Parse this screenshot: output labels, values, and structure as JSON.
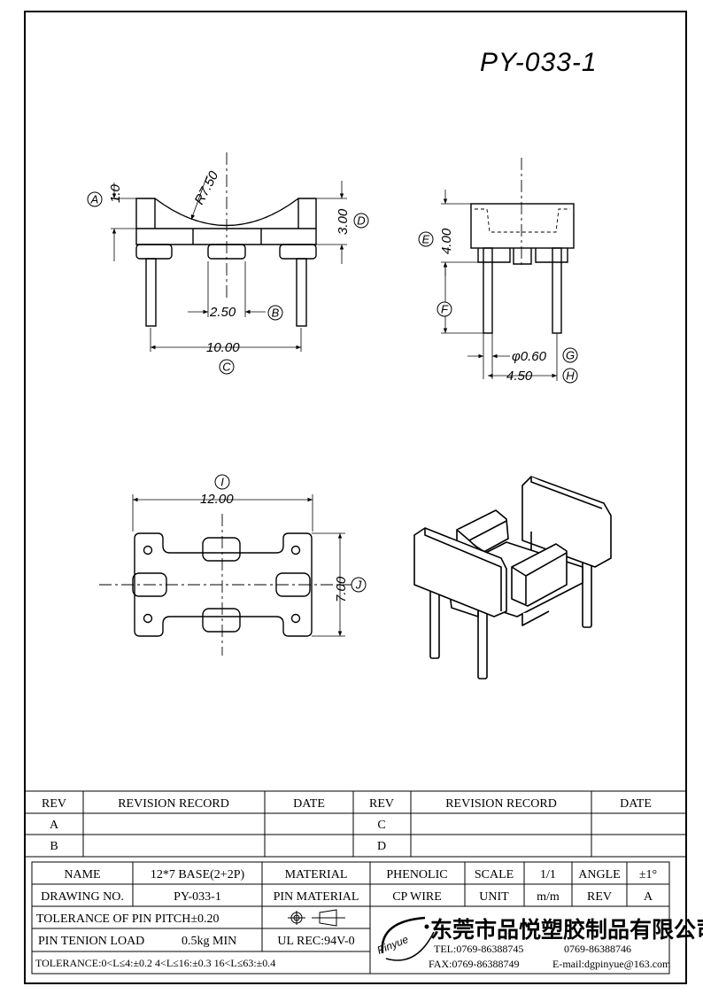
{
  "drawing_title": "PY-033-1",
  "dimensions": {
    "a_value": "1.0",
    "radius": "R7.50",
    "d_value": "3.00",
    "b_value": "2.50",
    "c_value": "10.00",
    "e_value": "4.00",
    "g_value": "φ0.60",
    "h_value": "4.50",
    "i_value": "12.00",
    "j_value": "7.00"
  },
  "callouts": [
    "A",
    "B",
    "C",
    "D",
    "E",
    "F",
    "G",
    "H",
    "I",
    "J"
  ],
  "revision_table": {
    "headers": [
      "REV",
      "REVISION RECORD",
      "DATE",
      "REV",
      "REVISION RECORD",
      "DATE"
    ],
    "rows": [
      [
        "A",
        "",
        "",
        "C",
        "",
        ""
      ],
      [
        "B",
        "",
        "",
        "D",
        "",
        ""
      ]
    ]
  },
  "title_block": {
    "name_label": "NAME",
    "name_value": "12*7 BASE(2+2P)",
    "material_label": "MATERIAL",
    "material_value": "PHENOLIC",
    "scale_label": "SCALE",
    "scale_value": "1/1",
    "angle_label": "ANGLE",
    "angle_value": "±1°",
    "drawing_no_label": "DRAWING NO.",
    "drawing_no_value": "PY-033-1",
    "pin_material_label": "PIN MATERIAL",
    "pin_material_value": "CP WIRE",
    "unit_label": "UNIT",
    "unit_value": "m/m",
    "rev_label": "REV",
    "rev_value": "A",
    "tolerance_pitch": "TOLERANCE OF PIN PITCH±0.20",
    "pin_tension": "PIN TENION LOAD",
    "pin_tension_value": "0.5kg MIN",
    "ul_rec": "UL REC:94V-0",
    "tolerance_general": "TOLERANCE:0<L≤4:±0.2  4<L≤16:±0.3  16<L≤63:±0.4",
    "logo_text": "Pinyue",
    "company": "东莞市品悦塑胶制品有限公司",
    "tel": "TEL:0769-86388745",
    "tel2": "0769-86388746",
    "fax": "FAX:0769-86388749",
    "email": "E-mail:dgpinyue@163.com"
  }
}
